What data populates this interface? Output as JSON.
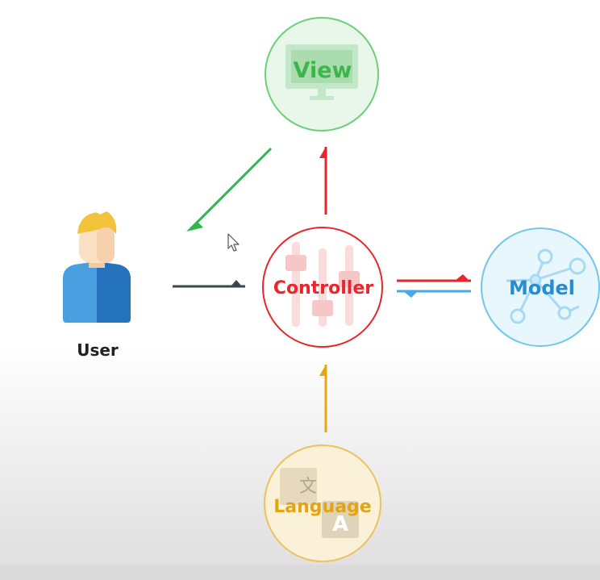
{
  "nodes": {
    "view": {
      "label": "View",
      "color": "#3cb54a",
      "icon": "monitor-icon"
    },
    "controller": {
      "label": "Controller",
      "color": "#e8262b",
      "icon": "sliders-icon"
    },
    "model": {
      "label": "Model",
      "color": "#2a8ccf",
      "icon": "network-icon"
    },
    "language": {
      "label": "Language",
      "color": "#e2a410",
      "icon": "translate-icon"
    },
    "user": {
      "label": "User",
      "color": "#222222",
      "icon": "user-avatar-icon"
    }
  },
  "edges": [
    {
      "from": "view",
      "to": "user",
      "color": "#2fb84a"
    },
    {
      "from": "controller",
      "to": "view",
      "color": "#e8262b"
    },
    {
      "from": "user",
      "to": "controller",
      "color": "#37474f"
    },
    {
      "from": "controller",
      "to": "model",
      "color": "#e8262b"
    },
    {
      "from": "model",
      "to": "controller",
      "color": "#4aa8e8"
    },
    {
      "from": "language",
      "to": "controller",
      "color": "#e8a615"
    }
  ],
  "cursor": {
    "icon": "mouse-pointer-icon"
  }
}
